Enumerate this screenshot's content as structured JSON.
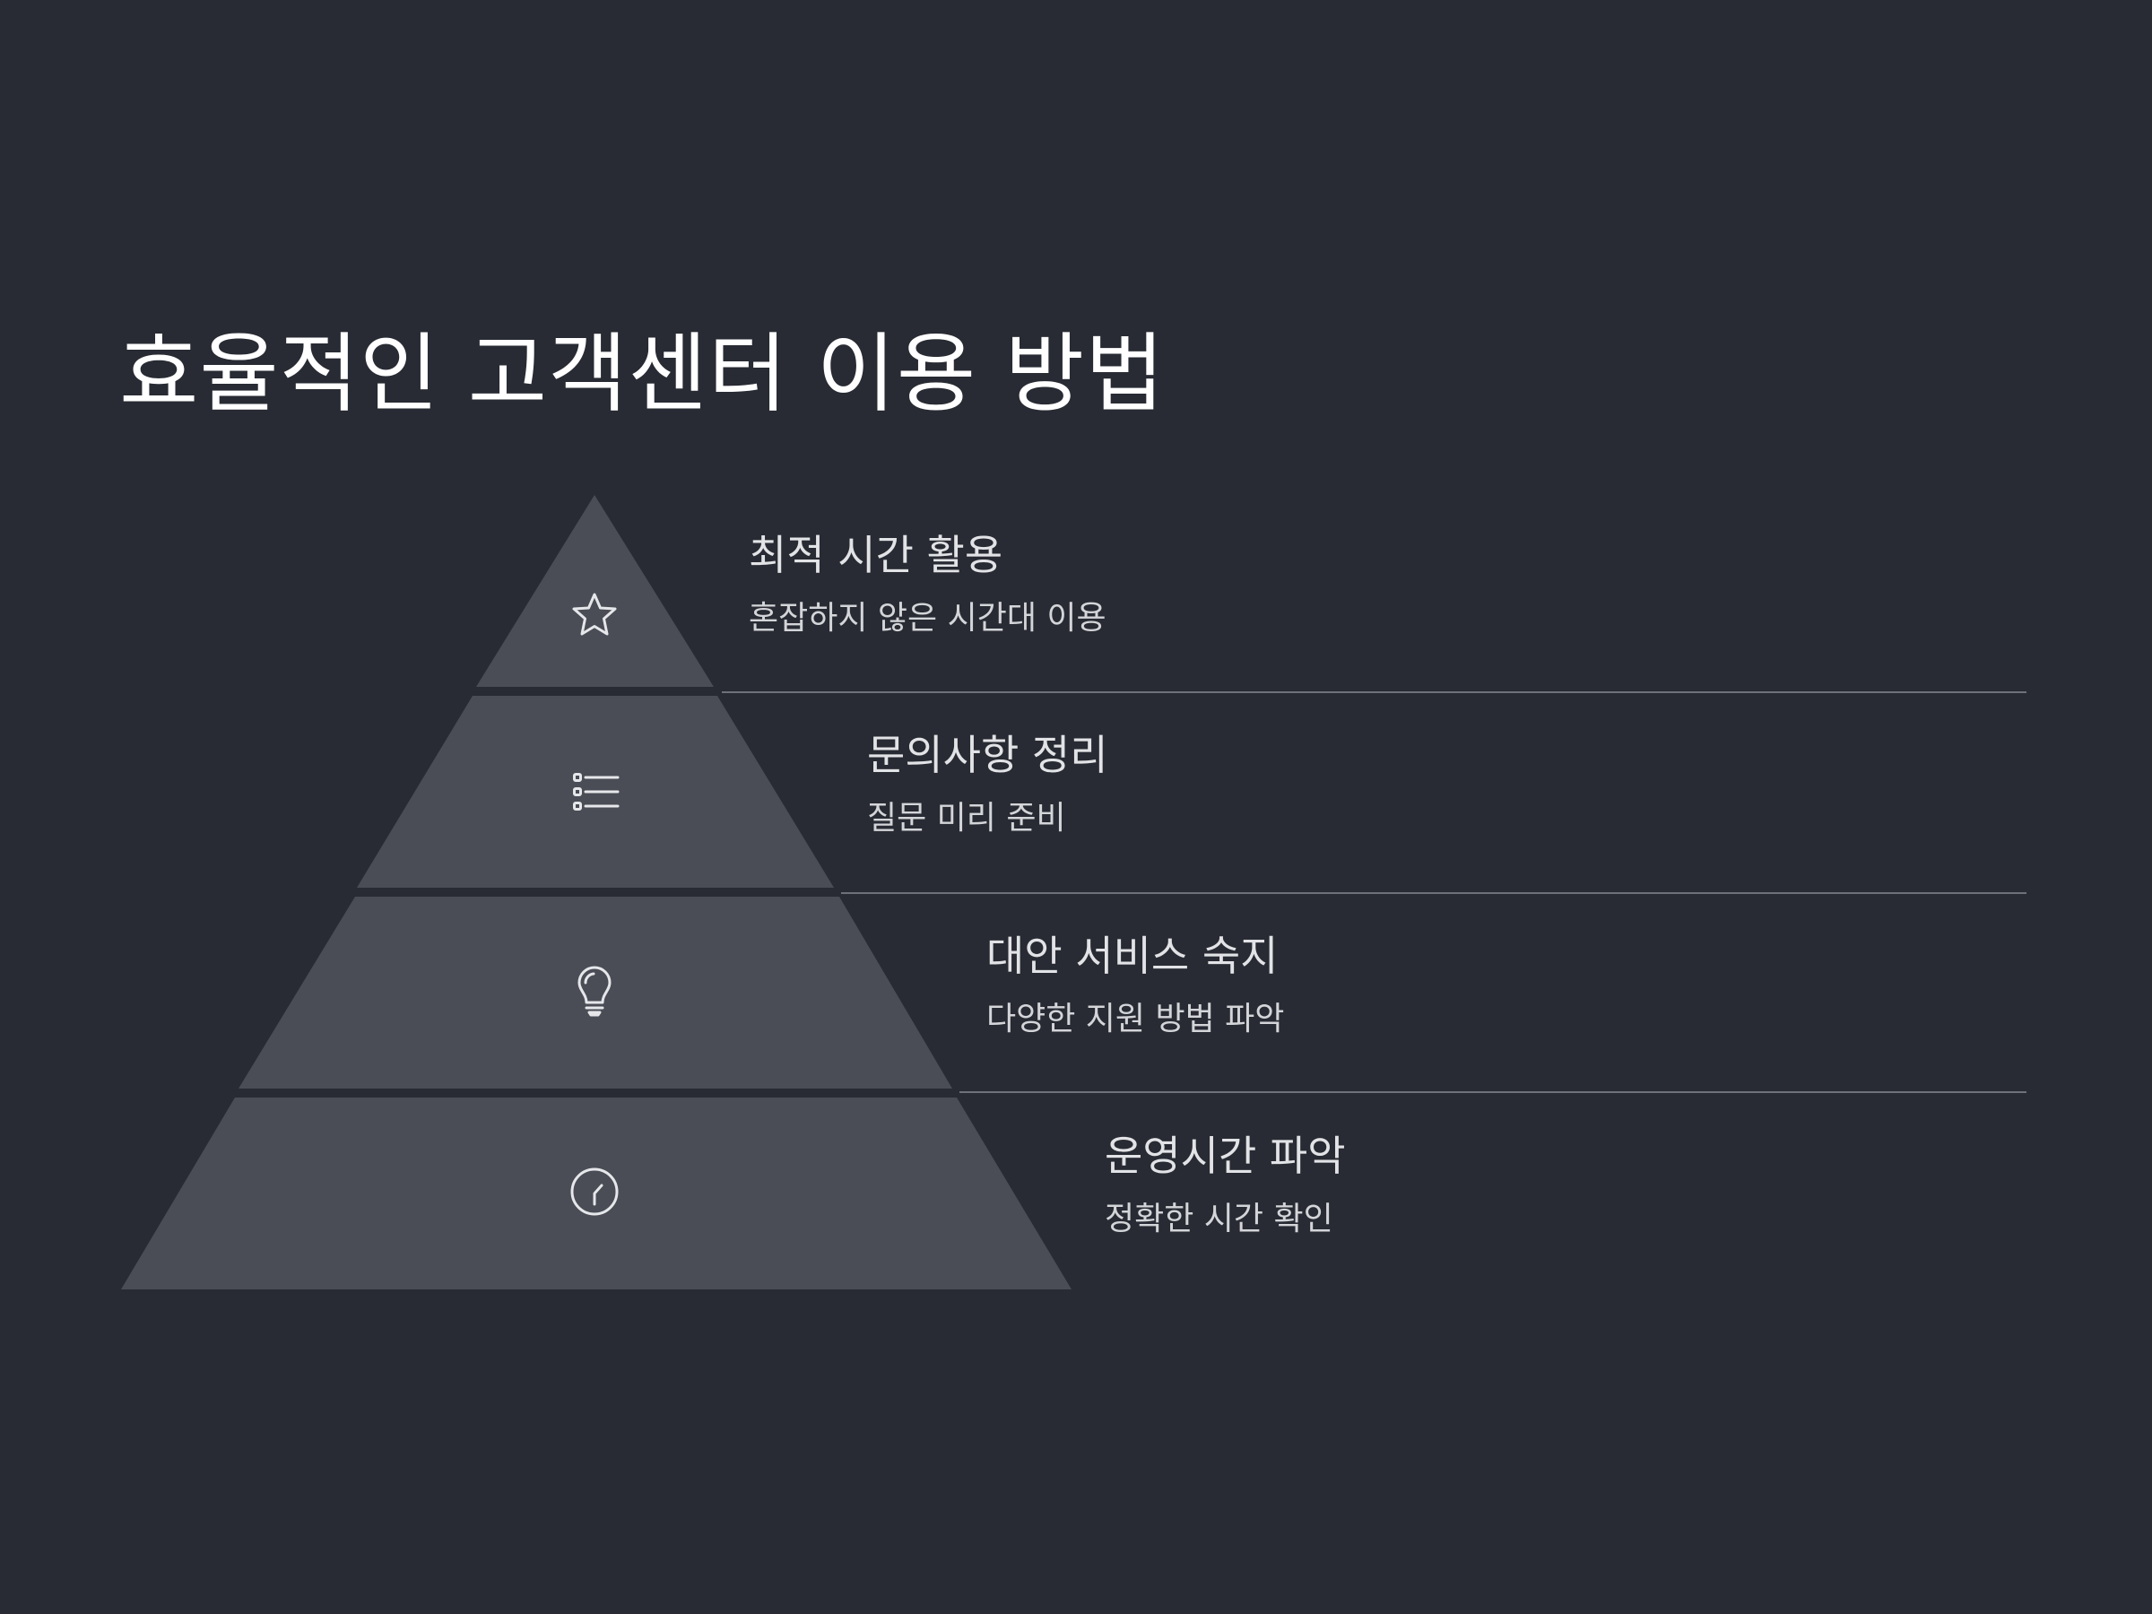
{
  "title": "효율적인 고객센터 이용 방법",
  "colors": {
    "background": "#282b33",
    "tier_fill": "#4a4d56",
    "divider": "#6e717a",
    "icon_stroke": "#e6e7ea",
    "title_text": "#ffffff",
    "heading_text": "#e2e3e6",
    "desc_text": "#d3d5d9"
  },
  "tiers": [
    {
      "icon": "star-icon",
      "heading": "최적 시간 활용",
      "description": "혼잡하지 않은 시간대 이용"
    },
    {
      "icon": "list-icon",
      "heading": "문의사항 정리",
      "description": "질문 미리 준비"
    },
    {
      "icon": "lightbulb-icon",
      "heading": "대안 서비스 숙지",
      "description": "다양한 지원 방법 파악"
    },
    {
      "icon": "clock-icon",
      "heading": "운영시간 파악",
      "description": "정확한 시간 확인"
    }
  ]
}
